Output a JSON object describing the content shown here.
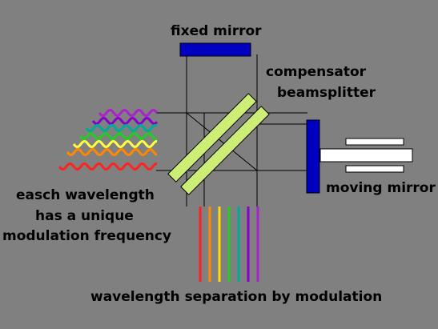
{
  "labels": {
    "fixed_mirror": "fixed mirror",
    "compensator": "compensator",
    "beamsplitter": "beamsplitter",
    "moving_mirror": "moving mirror",
    "caption_line1": "easch wavelength",
    "caption_line2": "has a unique",
    "caption_line3": "modulation frequency",
    "bottom_caption": "wavelength separation by modulation"
  },
  "colors": {
    "background": "#808080",
    "mirror_fill": "#0000c0",
    "plate_fill": "#ccee77",
    "piston_fill": "#ffffff",
    "beam_line": "#000000",
    "text": "#000000"
  },
  "wave_colors": [
    "#aa22cc",
    "#8800cc",
    "#00aa99",
    "#22cc22",
    "#ffff44",
    "#ff8800",
    "#ff2222"
  ],
  "bar_colors": [
    "#ff2222",
    "#ff8800",
    "#ffdd00",
    "#22cc22",
    "#00aa99",
    "#8800cc",
    "#aa22cc"
  ]
}
